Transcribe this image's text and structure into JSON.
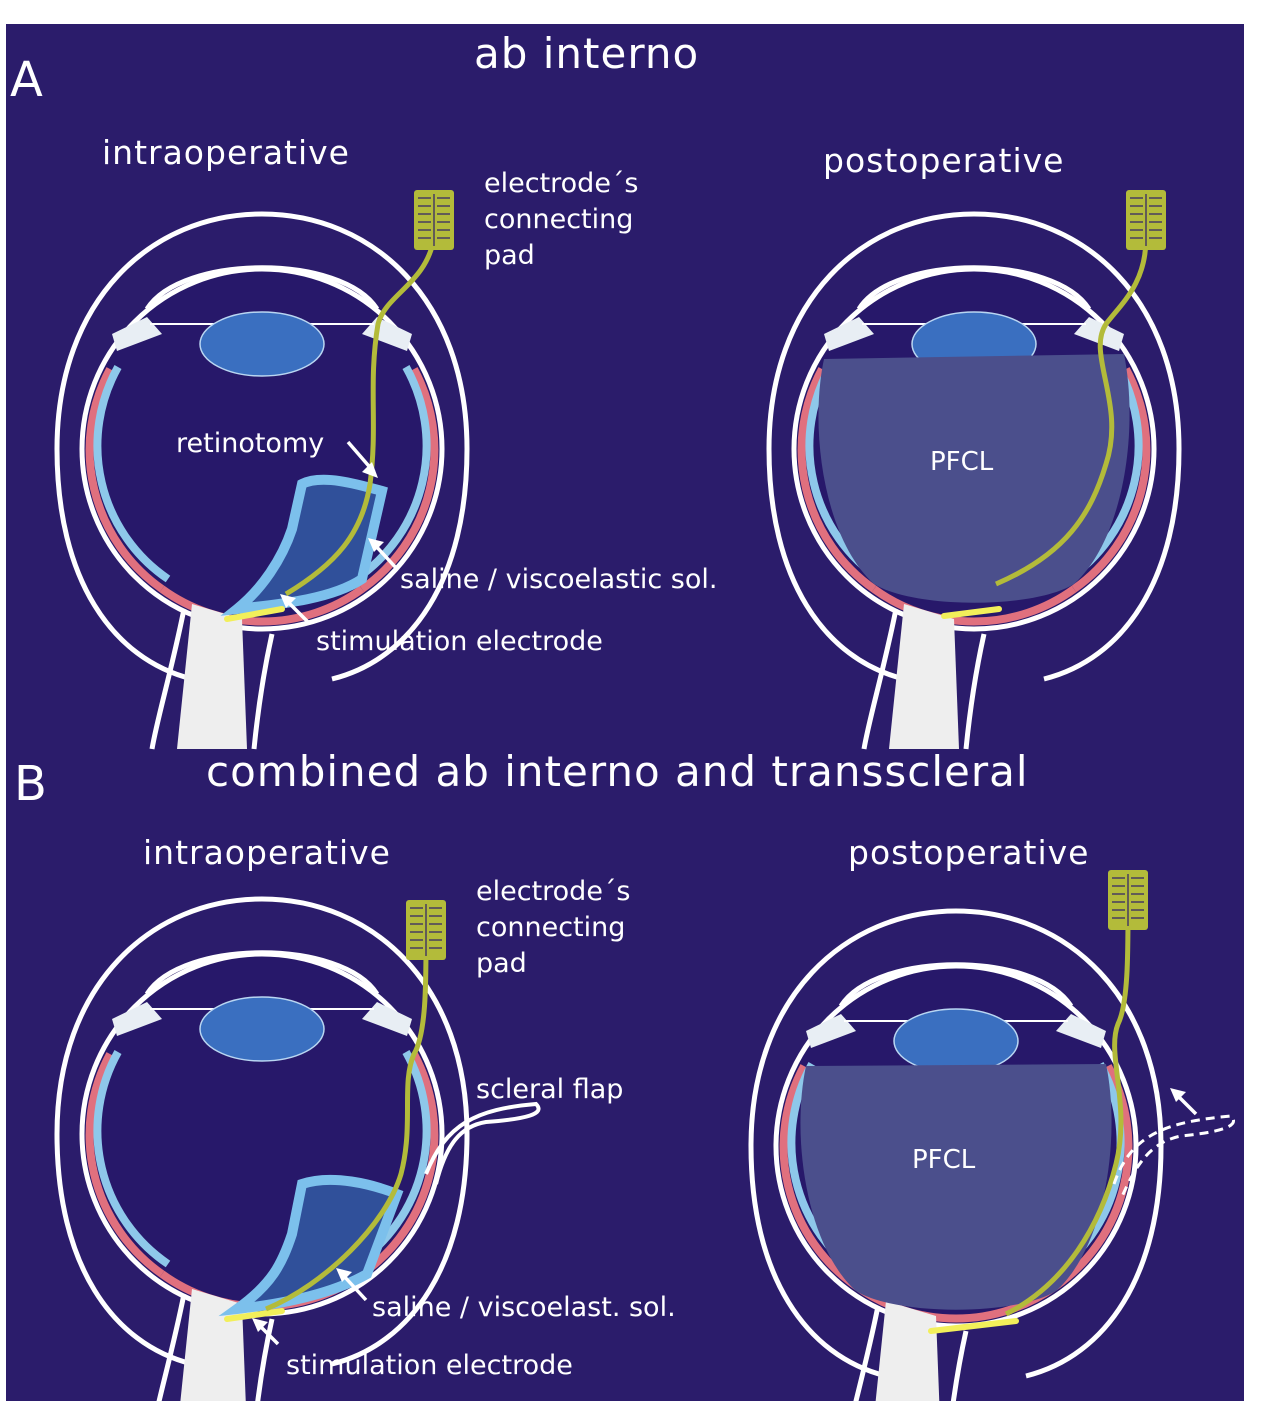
{
  "panel_a": {
    "letter": "A",
    "title": "ab interno",
    "intraoperative_label": "intraoperative",
    "postoperative_label": "postoperative",
    "pad_label_line1": "electrode´s",
    "pad_label_line2": "connecting",
    "pad_label_line3": "pad",
    "retinotomy_label": "retinotomy",
    "saline_label": "saline / viscoelastic sol.",
    "electrode_label": "stimulation electrode",
    "pfcl_label": "PFCL"
  },
  "panel_b": {
    "letter": "B",
    "title": "combined ab interno and transscleral",
    "intraoperative_label": "intraoperative",
    "postoperative_label": "postoperative",
    "pad_label_line1": "electrode´s",
    "pad_label_line2": "connecting",
    "pad_label_line3": "pad",
    "flap_label": "scleral flap",
    "saline_label": "saline / viscoelast. sol.",
    "electrode_label": "stimulation electrode",
    "pfcl_label": "PFCL"
  },
  "colors": {
    "background": "#2b1c6b",
    "retina_red": "#e0707e",
    "choroid_blue": "#8ec8ea",
    "wire_olive": "#b3bb3a",
    "electrode_yellow": "#f2ef5a"
  }
}
